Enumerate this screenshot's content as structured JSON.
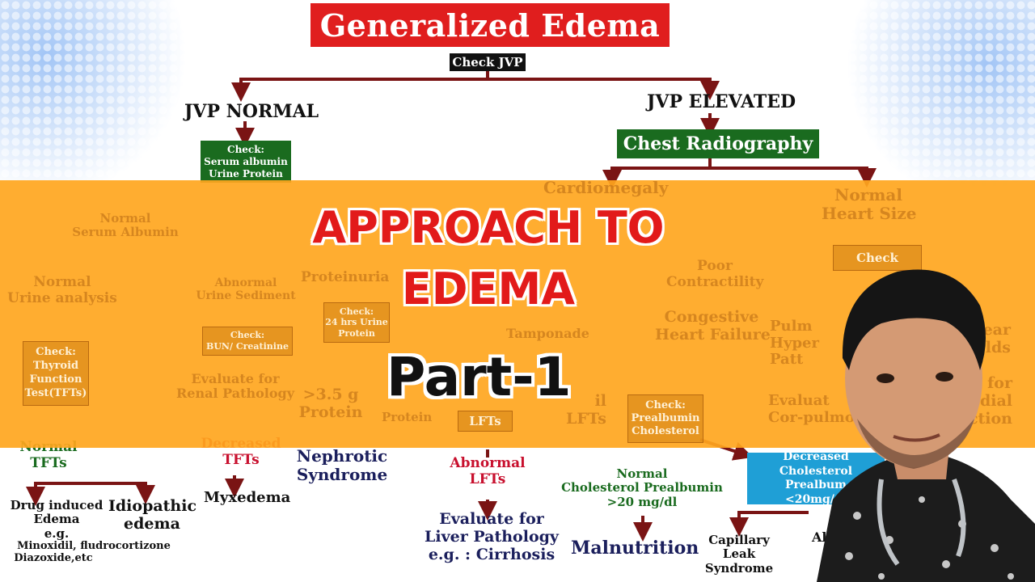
{
  "title": "Generalized Edema",
  "check_jvp": "Check JVP",
  "jvp_normal": "JVP NORMAL",
  "jvp_elevated": "JVP ELEVATED",
  "check_serum": [
    "Check:",
    "Serum albumin",
    "Urine Protein"
  ],
  "chest_radiography": "Chest Radiography",
  "cardiomegaly": "Cardiomegaly",
  "normal_heart_size": [
    "Normal",
    "Heart Size"
  ],
  "normal_serum_albumin": [
    "Normal",
    "Serum Albumin"
  ],
  "normal_urine_analysis": [
    "Normal",
    "Urine analysis"
  ],
  "abnormal_urine_sediment": [
    "Abnormal",
    "Urine Sediment"
  ],
  "proteinuria": "Proteinuria",
  "check_24hrs": [
    "Check:",
    "24 hrs Urine",
    "Protein"
  ],
  "check_bun": [
    "Check:",
    "BUN/ Creatinine"
  ],
  "evaluate_renal": [
    "Evaluate for",
    "Renal Pathology"
  ],
  "check_tft": [
    "Check:",
    "Thyroid",
    "Function",
    "Test(TFTs)"
  ],
  "gt_protein": [
    ">3.5 g",
    "Protein"
  ],
  "lt_protein": "Protein",
  "poor_contractility": [
    "Poor",
    "Contractility"
  ],
  "congestive_hf": [
    "Congestive",
    "Heart Failure"
  ],
  "tamponade": "Tamponade",
  "check_l": "Check",
  "pulm_hyper": [
    "Pulm",
    "Hyper",
    "Patt"
  ],
  "evaluate_cor": [
    "Evaluat",
    "Cor-pulmo"
  ],
  "clear_fields": [
    "ear",
    "Fields"
  ],
  "evaluate_cardial": [
    "te for",
    "ardial",
    "riction"
  ],
  "lfts_partial": "LFTs",
  "lfts_partial2": [
    "il",
    "LFTs"
  ],
  "check_prealbumin": [
    "Check:",
    "Prealbumin",
    "Cholesterol"
  ],
  "normal_tfts": [
    "Normal",
    "TFTs"
  ],
  "decreased_tfts": [
    "Decreased",
    "TFTs"
  ],
  "nephrotic": [
    "Nephrotic",
    "Syndrome"
  ],
  "abnormal_lfts": [
    "Abnormal",
    "LFTs"
  ],
  "normal_cholesterol": [
    "Normal",
    "Cholesterol Prealbumin",
    ">20 mg/dl"
  ],
  "decreased_cholesterol": [
    "Decreased",
    "Cholesterol Prealbum",
    "<20mg/dl"
  ],
  "drug_induced": [
    "Drug induced",
    "Edema",
    "e.g.",
    "Minoxidil, fludrocortizone",
    "Diazoxide,etc"
  ],
  "idiopathic": [
    "Idiopathic",
    "edema"
  ],
  "myxedema": "Myxedema",
  "evaluate_liver": [
    "Evaluate for",
    "Liver Pathology",
    "e.g. : Cirrhosis"
  ],
  "malnutrition": "Malnutrition",
  "capillary_leak": [
    "Capillary",
    "Leak",
    "Syndrome"
  ],
  "al_partial": "Al",
  "banner_line1": "APPROACH TO",
  "banner_line2": "EDEMA",
  "part": "Part-1",
  "colors": {
    "red": "#e01e1e",
    "green": "#1a6b1f",
    "blue": "#1f9fd6",
    "arrow": "#7a1414",
    "orange": "#ffa61e"
  }
}
